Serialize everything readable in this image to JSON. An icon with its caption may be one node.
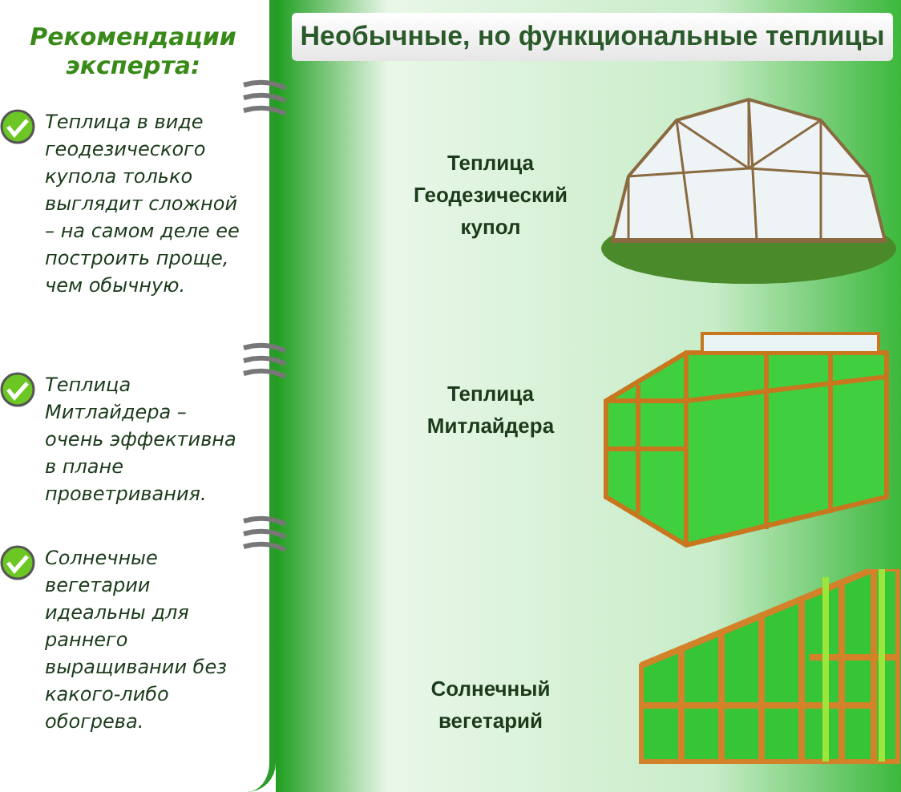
{
  "diagram": {
    "title": "Необычные, но функциональные теплицы",
    "labels": [
      "Рекомендации эксперта:",
      "Теплица в виде геодезического купола только выглядит сложной – на самом деле ее построить проще, чем обычную.",
      "Теплица Геодезический купол",
      "Теплица Митлайдера – очень эффективна в плане проветривания.",
      "Теплица Митлайдера",
      "Солнечные вегетарии идеальны для раннего выращивании без какого-либо обогрева.",
      "Солнечный вегетарий"
    ]
  }
}
